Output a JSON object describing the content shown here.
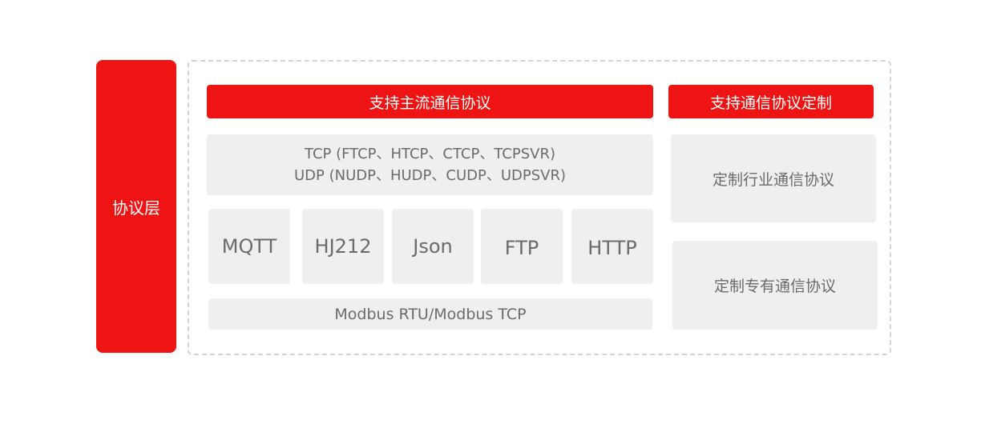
{
  "layer_label": "协议层",
  "mainstream": {
    "header": "支持主流通信协议",
    "tcp_line": "TCP (FTCP、HTCP、CTCP、TCPSVR)",
    "udp_line": "UDP (NUDP、HUDP、CUDP、UDPSVR)",
    "protocols": [
      "MQTT",
      "HJ212",
      "Json",
      "FTP",
      "HTTP"
    ],
    "modbus": "Modbus RTU/Modbus TCP"
  },
  "custom": {
    "header": "支持通信协议定制",
    "items": [
      "定制行业通信协议",
      "定制专有通信协议"
    ]
  },
  "colors": {
    "accent": "#ef1414",
    "box_bg": "#efefef",
    "box_text": "#6b6b6b",
    "dashed_border": "#d4d4d4"
  }
}
